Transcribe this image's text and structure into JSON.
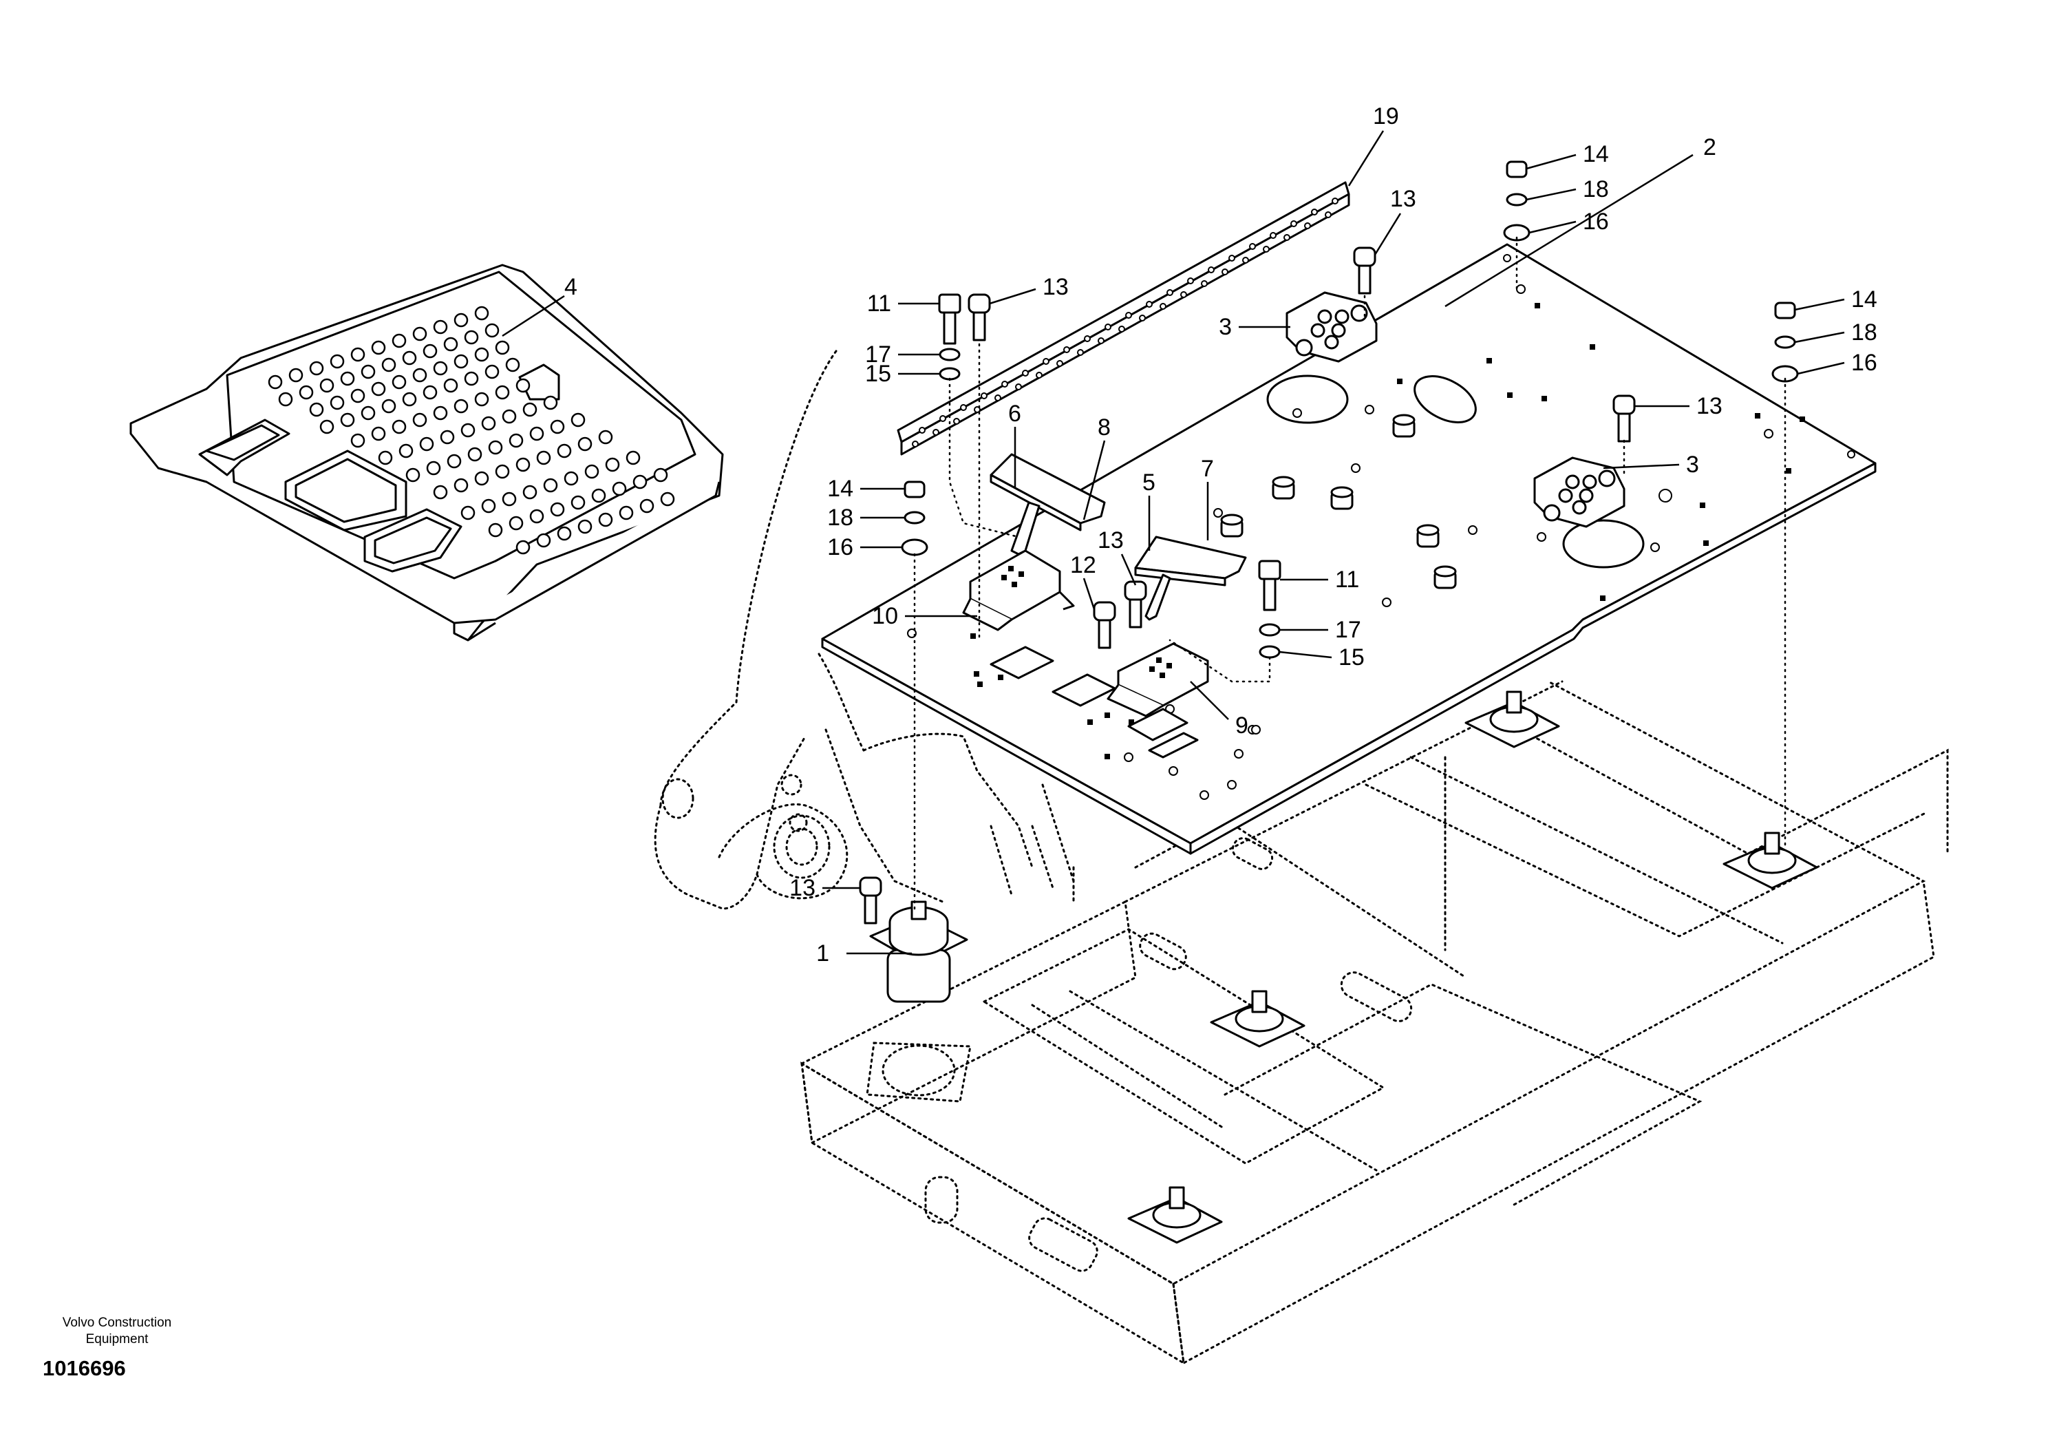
{
  "diagram": {
    "callouts": [
      "1",
      "2",
      "3",
      "3",
      "4",
      "5",
      "6",
      "7",
      "8",
      "9",
      "10",
      "11",
      "11",
      "12",
      "13",
      "13",
      "13",
      "13",
      "13",
      "14",
      "14",
      "14",
      "15",
      "15",
      "16",
      "16",
      "16",
      "17",
      "17",
      "18",
      "18",
      "18",
      "19"
    ]
  },
  "footer": {
    "brand_line1": "Volvo Construction",
    "brand_line2": "Equipment",
    "drawing_number": "1016696"
  }
}
